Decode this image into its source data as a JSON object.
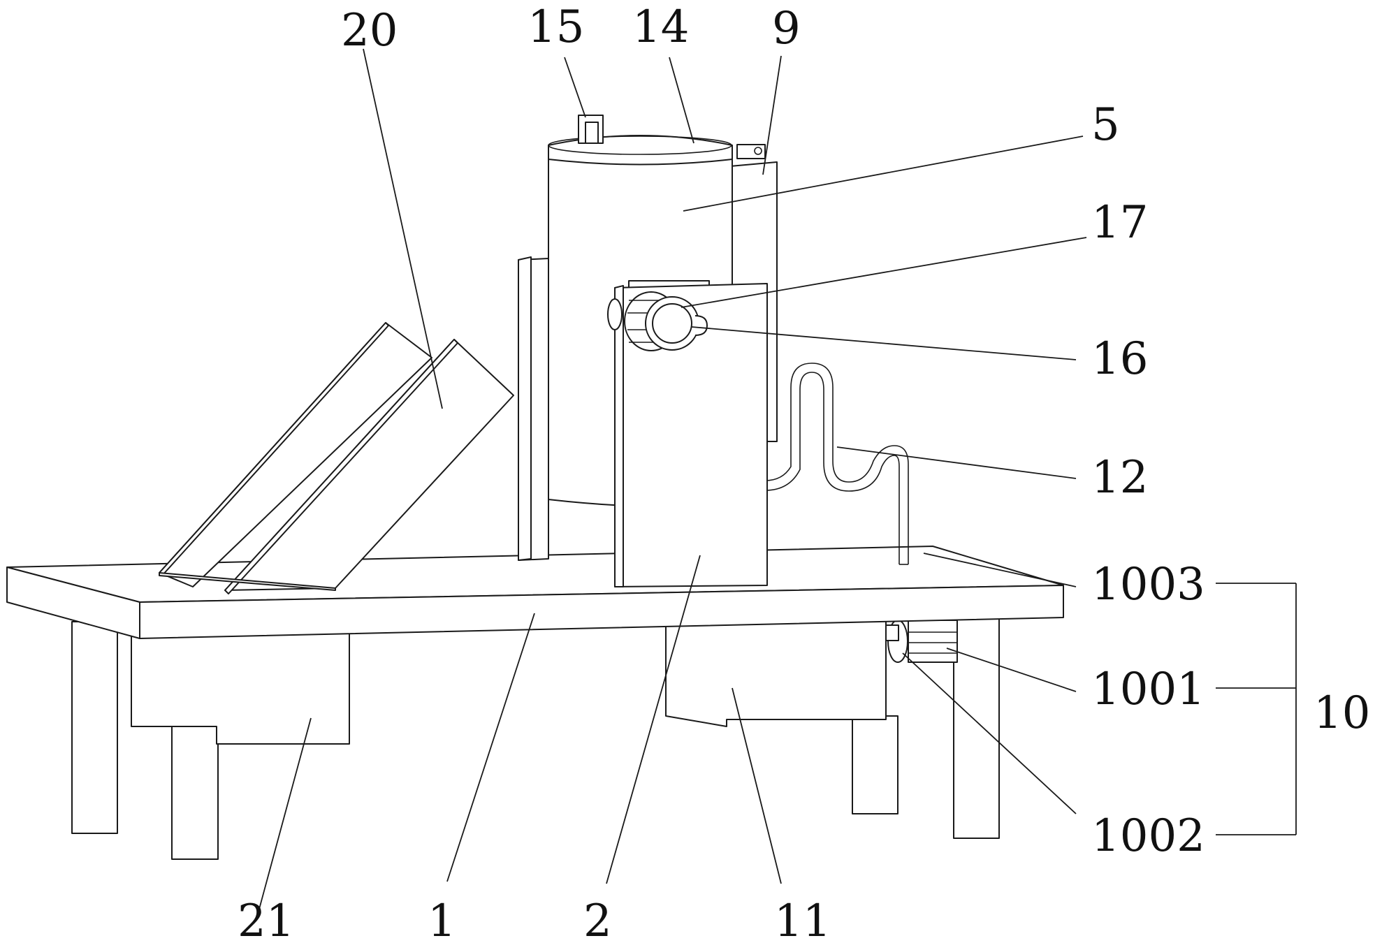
{
  "labels": {
    "l20": "20",
    "l15": "15",
    "l14": "14",
    "l9": "9",
    "l5": "5",
    "l17": "17",
    "l16": "16",
    "l12": "12",
    "l1003": "1003",
    "l1001": "1001",
    "l1002": "1002",
    "l10": "10",
    "l21": "21",
    "l1": "1",
    "l2": "2",
    "l11": "11"
  }
}
